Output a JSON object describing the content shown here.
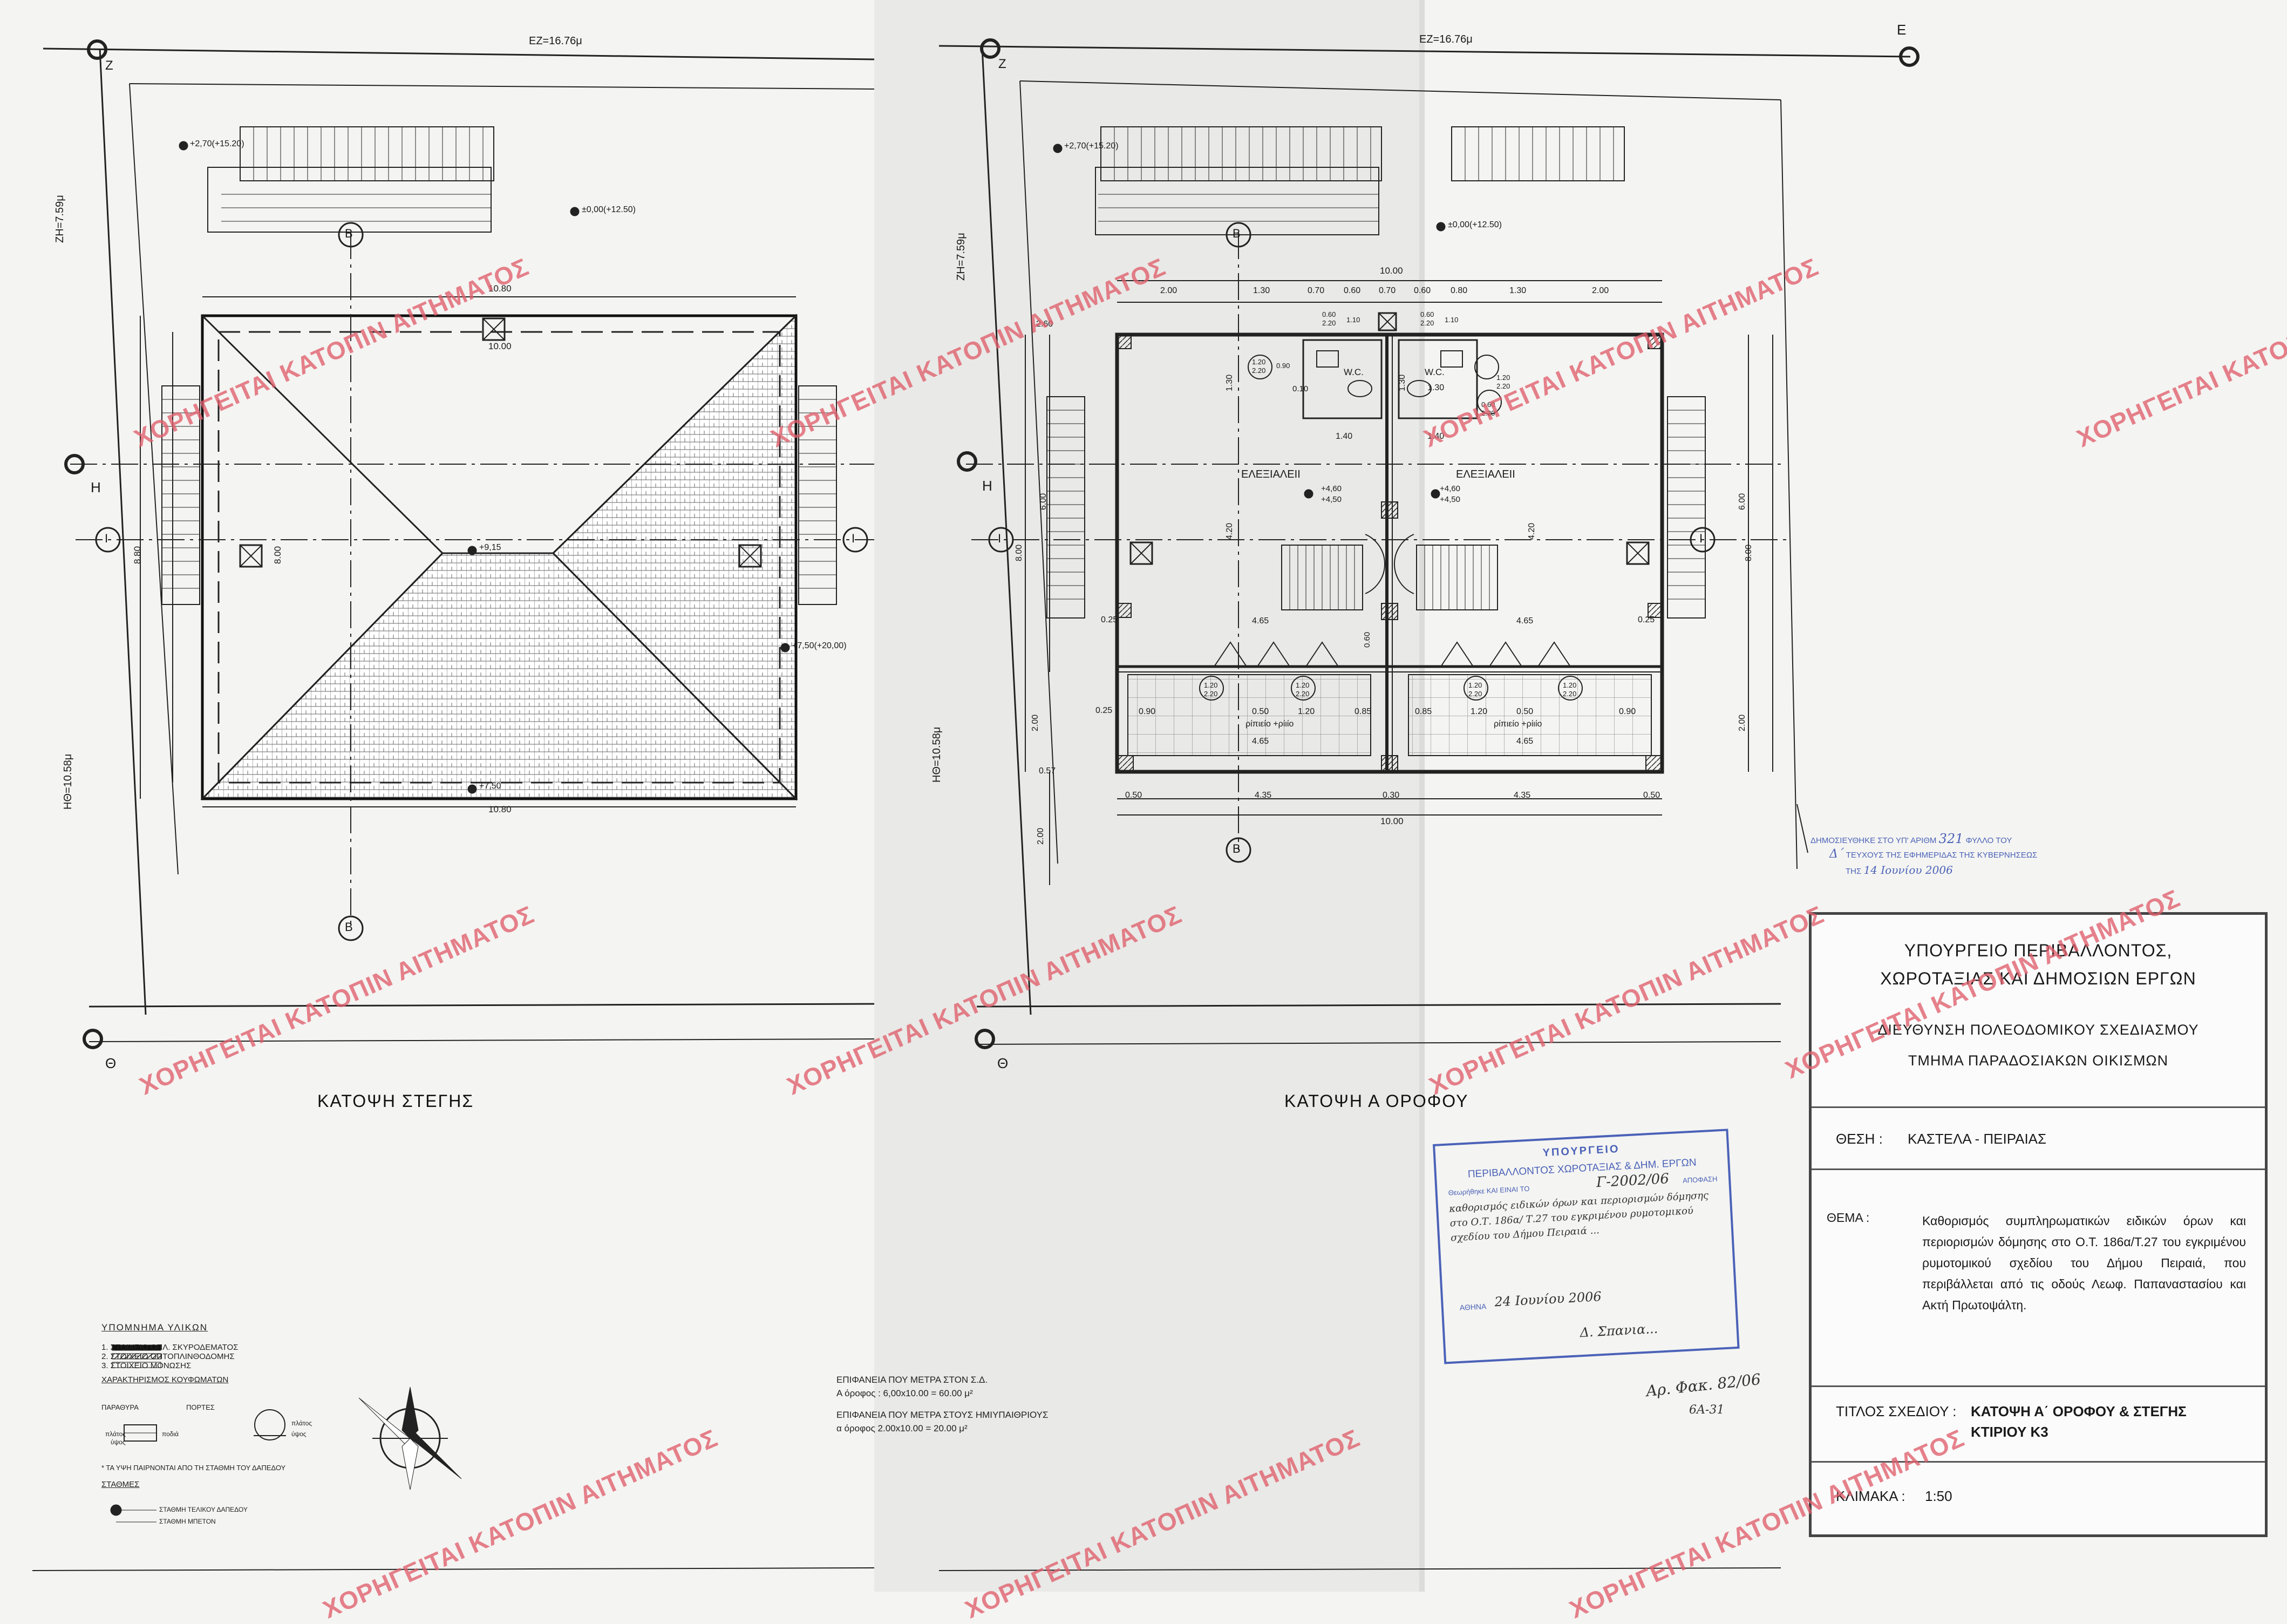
{
  "drawing": {
    "plan_left_title": "ΚΑΤΟΨΗ ΣΤΕΓΗΣ",
    "plan_right_title": "ΚΑΤΟΨΗ Α ΟΡΟΦΟΥ",
    "grid_labels": {
      "Z": "Z",
      "E": "E",
      "H": "H",
      "Theta": "Θ",
      "B": "B",
      "I": "I"
    },
    "dims_left": {
      "EZ": "EZ=16.76μ",
      "ZH": "ZH=7.59μ",
      "HTheta": "HΘ=10.58μ",
      "roof_width_top": "10.80",
      "roof_inner": "10.00",
      "roof_width_bottom": "10.80",
      "roof_h_outer": "8.80",
      "roof_h_inner": "8.00",
      "lvl_a": "+2,70(+15.20)",
      "lvl_b": "±0,00(+12.50)",
      "lvl_ridge": "+9,15",
      "lvl_eave": "+7,50(+20,00)",
      "lvl_bottom": "+7,50"
    },
    "dims_right": {
      "EZ": "EZ=16.76μ",
      "ZH": "ZH=7.59μ",
      "HTheta": "HΘ=10.58μ",
      "lvl_a": "+2,70(+15.20)",
      "lvl_b": "±0,00(+12.50)",
      "top_total": "10.00",
      "top_chain": [
        "2.00",
        "1.30",
        "0.70",
        "0.60",
        "0.70",
        "0.60",
        "0.80",
        "1.30",
        "2.00"
      ],
      "bottom_chain": [
        "0.50",
        "4.35",
        "0.30",
        "4.35",
        "0.50"
      ],
      "bottom_total": "10.00",
      "room_left": "ΕΛΕΞΙΑΛΕΙΙ",
      "room_right": "ΕΛΕΞΙΑΛΕΙΙ",
      "wc": "W.C.",
      "stair_lvl_1": "+4,60",
      "stair_lvl_2": "+4,50",
      "balcony_label": "ρίπιείο +ρίιίο",
      "w465": "4.65",
      "w140": "1.40",
      "h800": "8.00",
      "h600": "6.00",
      "h420": "4.20",
      "h200": "2.00",
      "h130": "1.30",
      "d260": "2.60",
      "d025": "0.25",
      "d057": "0.57",
      "d090": "0.90",
      "d050": "0.50",
      "d120": "1.20",
      "d085": "0.85",
      "d010": "0.10",
      "d060": "0.60",
      "win_120_220": "1.20\n2.20",
      "win_060_220": "0.60\n2.20",
      "w090": "0.90",
      "w110": "1.10"
    }
  },
  "legend": {
    "title": "ΥΠΟΜΝΗΜΑ ΥΛΙΚΩΝ",
    "items": [
      "1. ΣΤΟΙΧΕΙΟ ΟΠΛ. ΣΚΥΡΟΔΕΜΑΤΟΣ",
      "2. ΣΤΟΙΧΕΙΟ ΟΠΤΟΠΛΙΝΘΟΔΟΜΗΣ",
      "3. ΣΤΟΙΧΕΙΟ ΜΟΝΩΣΗΣ"
    ],
    "openings_title": "ΧΑΡΑΚΤΗΡΙΣΜΟΣ ΚΟΥΦΩΜΑΤΩΝ",
    "windows": "ΠΑΡΑΘΥΡΑ",
    "doors": "ΠΟΡΤΕΣ",
    "width": "πλάτος",
    "height": "ύψος",
    "sill": "ποδιά",
    "note": "* ΤΑ ΥΨΗ ΠΑΙΡΝΟΝΤΑΙ ΑΠΟ ΤΗ ΣΤΑΘΜΗ ΤΟΥ ΔΑΠΕΔΟΥ",
    "levels_title": "ΣΤΑΘΜΕΣ",
    "level_floor": "ΣΤΑΘΜΗ ΤΕΛΙΚΟΥ ΔΑΠΕΔΟΥ",
    "level_concrete": "ΣΤΑΘΜΗ ΜΠΕΤΟΝ"
  },
  "areas": {
    "l1": "ΕΠΙΦΑΝΕΙΑ ΠΟΥ ΜΕΤΡΑ ΣΤΟΝ Σ.Δ.",
    "l2": "Α όροφος : 6,00x10.00 = 60.00 μ²",
    "l3": "ΕΠΙΦΑΝΕΙΑ ΠΟΥ ΜΕΤΡΑ ΣΤΟΥΣ ΗΜΙΥΠΑΙΘΡΙΟΥΣ",
    "l4": "α όροφος 2.00x10.00 = 20.00 μ²"
  },
  "title_block": {
    "ministry_1": "ΥΠΟΥΡΓΕΙΟ ΠΕΡΙΒΑΛΛΟΝΤΟΣ,",
    "ministry_2": "ΧΩΡΟΤΑΞΙΑΣ ΚΑΙ ΔΗΜΟΣΙΩΝ ΕΡΓΩΝ",
    "dept_1": "ΔΙΕΥΘΥΝΣΗ ΠΟΛΕΟΔΟΜΙΚΟΥ ΣΧΕΔΙΑΣΜΟΥ",
    "dept_2": "ΤΜΗΜΑ ΠΑΡΑΔΟΣΙΑΚΩΝ ΟΙΚΙΣΜΩΝ",
    "location_label": "ΘΕΣΗ :",
    "location": "ΚΑΣΤΕΛΑ - ΠΕΙΡΑΙΑΣ",
    "subject_label": "ΘΕΜΑ :",
    "subject": "Καθορισμός συμπληρωματικών ειδικών όρων και περιορισμών δόμησης στο Ο.Τ. 186α/Τ.27 του εγκριμένου ρυμοτομικού σχεδίου του Δήμου Πειραιά, που περιβάλλεται από τις οδούς Λεωφ. Παπαναστασίου και Ακτή Πρωτοψάλτη.",
    "drawing_title_label": "ΤΙΤΛΟΣ ΣΧΕΔΙΟΥ :",
    "drawing_title_1": "ΚΑΤΟΨΗ Α΄ ΟΡΟΦΟΥ & ΣΤΕΓΗΣ",
    "drawing_title_2": "ΚΤΙΡΙΟΥ Κ3",
    "scale_label": "ΚΛΙΜΑΚΑ :",
    "scale": "1:50"
  },
  "stamps": {
    "pub_1": "ΔΗΜΟΣΙΕΥΘΗΚΕ ΣΤΟ ΥΠ' ΑΡΙΘΜ",
    "pub_num": "321",
    "pub_2": "ΦΥΛΛΟ ΤΟΥ",
    "pub_issue": "Δ΄",
    "pub_3": "ΤΕΥΧΟΥΣ ΤΗΣ ΕΦΗΜΕΡΙΔΑΣ ΤΗΣ ΚΥΒΕΡΝΗΣΕΩΣ",
    "pub_4": "ΤΗΣ",
    "pub_date": "14 Ιουνίου 2006",
    "min_1": "ΥΠΟΥΡΓΕΙΟ",
    "min_2": "ΠΕΡΙΒΑΛΛΟΝΤΟΣ ΧΩΡΟΤΑΞΙΑΣ & ΔΗΜ. ΕΡΓΩΝ",
    "min_3": "Θεωρήθηκε ΚΑΙ ΕΙΝΑΙ ΤΟ",
    "min_4": "ΑΠΟΦΑΣΗ",
    "min_ref": "Γ-2002/06",
    "min_hw": "καθορισμός ειδικών όρων και περιορισμών δόμησης στο Ο.Τ. 186α/ Τ.27 του εγκριμένου ρυμοτομικού σχεδίου του Δήμου Πειραιά ...",
    "min_city": "ΑΘΗΝΑ",
    "min_date": "24 Ιουνίου 2006",
    "min_sign": "Δ. Σπανια..."
  },
  "handwriting": {
    "ref": "Αρ. Φακ. 82/06",
    "code": "6Α-31"
  },
  "watermark": "ΧΟΡΗΓΕΙΤΑΙ ΚΑΤΟΠΙΝ ΑΙΤΗΜΑΤΟΣ",
  "colors": {
    "watermark": "#e05f6c",
    "stamp": "#4b62b8",
    "paper": "#f4f4f2"
  }
}
